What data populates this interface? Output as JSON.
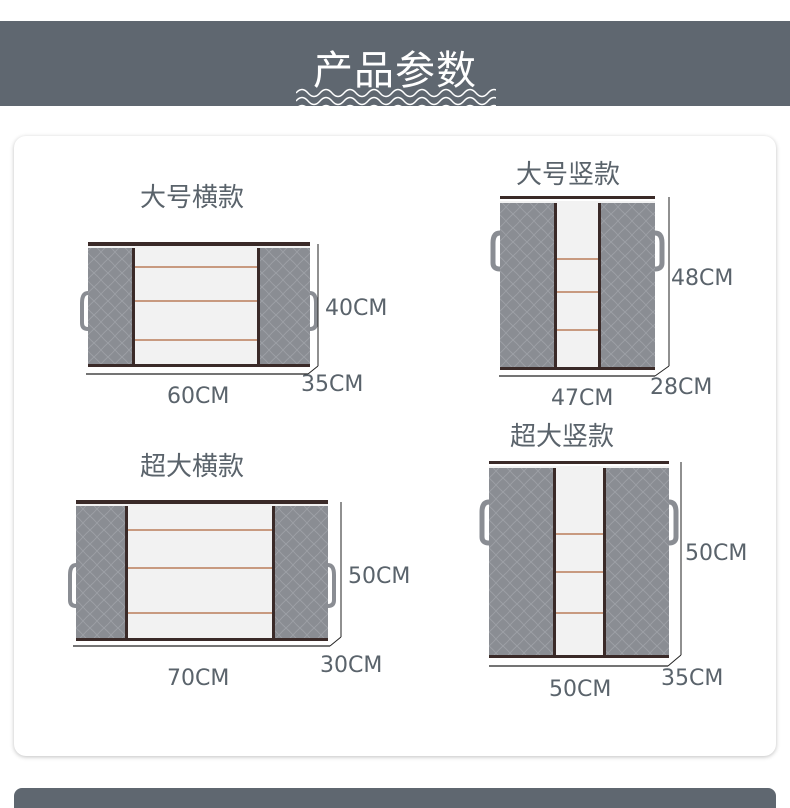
{
  "header": {
    "title": "产品参数",
    "background": "#5f6770",
    "decoration": "wave-lines"
  },
  "products": [
    {
      "name": "大号横款",
      "orientation": "horizontal",
      "width": "60CM",
      "height": "40CM",
      "depth": "35CM"
    },
    {
      "name": "大号竖款",
      "orientation": "vertical",
      "width": "47CM",
      "height": "48CM",
      "depth": "28CM"
    },
    {
      "name": "超大横款",
      "orientation": "horizontal",
      "width": "70CM",
      "height": "50CM",
      "depth": "30CM"
    },
    {
      "name": "超大竖款",
      "orientation": "vertical",
      "width": "50CM",
      "height": "50CM",
      "depth": "35CM"
    }
  ],
  "colors": {
    "fabric": "#8a8d93",
    "trim": "#3a2a28",
    "window": "#f6f6f6",
    "strap": "#c89a80",
    "text": "#5a636b"
  }
}
